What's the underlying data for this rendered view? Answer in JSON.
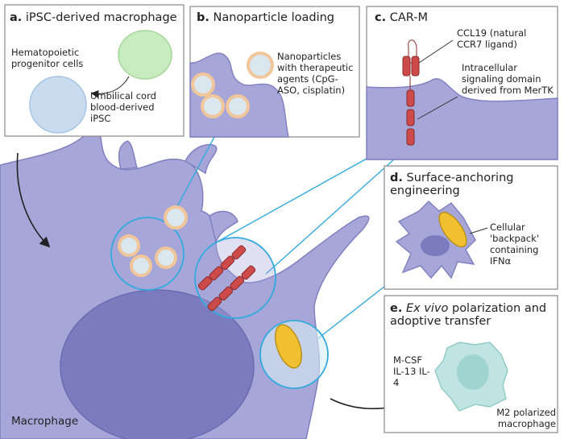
{
  "panels": {
    "a": {
      "letter": "a.",
      "title": "iPSC-derived macrophage",
      "label1": "Hematopoietic progenitor cells",
      "label2": "Umbilical cord blood-derived iPSC"
    },
    "b": {
      "letter": "b.",
      "title": "Nanoparticle loading",
      "label": "Nanoparticles with therapeutic agents (CpG-ASO, cisplatin)"
    },
    "c": {
      "letter": "c.",
      "title": "CAR-M",
      "label1": "CCL19 (natural CCR7 ligand)",
      "label2": "Intracellular signaling domain derived from MerTK"
    },
    "d": {
      "letter": "d.",
      "title": "Surface-anchoring engineering",
      "label": "Cellular 'backpack' containing IFNα"
    },
    "e": {
      "letter": "e.",
      "title_italic": "Ex vivo",
      "title_rest": "polarization and adoptive transfer",
      "cytokines": "M-CSF IL-13 IL-4",
      "label": "M2 polarized macrophage"
    }
  },
  "main_label": "Macrophage",
  "colors": {
    "cell": "#a6a6d9",
    "cell_stroke": "#7f80bf",
    "nucleus": "#7b7cc0",
    "connector": "#33aadd",
    "car": "#cc4a4a",
    "backpack": "#f0c030",
    "np_outer": "#f0c69a",
    "np_inner": "#dbe7ee",
    "m2_cell": "#bfe4e2"
  }
}
